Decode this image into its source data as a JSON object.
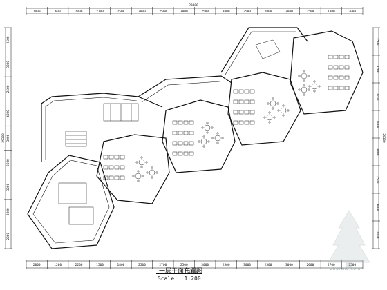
{
  "drawing": {
    "title": "一层平面布置图",
    "scale_label": "Scale",
    "scale_value": "1:200"
  },
  "dimensions": {
    "top_overall": "29000",
    "bottom_overall": "29000",
    "top_segments": [
      "2000",
      "600",
      "2000",
      "2700",
      "2500",
      "3000",
      "2500",
      "3000",
      "2500",
      "3000",
      "2500",
      "2000",
      "3000",
      "2500",
      "1800",
      "2000"
    ],
    "bottom_segments": [
      "2000",
      "1200",
      "2200",
      "1500",
      "1800",
      "2500",
      "2700",
      "2500",
      "3000",
      "2500",
      "3000",
      "2500",
      "3000",
      "2000",
      "2700",
      "2500"
    ],
    "left_segments": [
      "2500",
      "3200",
      "2500",
      "4000",
      "3000",
      "2500",
      "3200",
      "3000",
      "2000"
    ],
    "right_segments": [
      "2500",
      "3200",
      "2700",
      "4000",
      "3000",
      "2500",
      "3600",
      "2000"
    ],
    "left_overall": "29300",
    "right_overall": "29300"
  },
  "watermark": {
    "text": "zhulong.com"
  },
  "colors": {
    "line": "#111111",
    "background": "#ffffff"
  }
}
